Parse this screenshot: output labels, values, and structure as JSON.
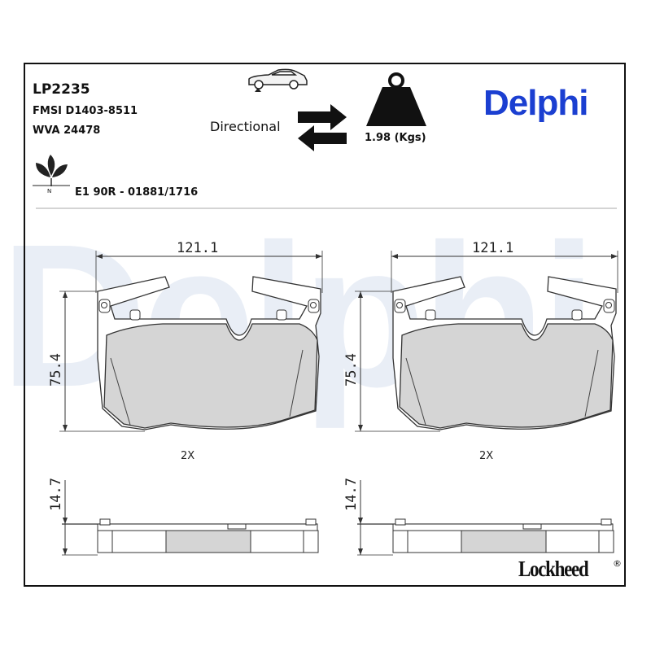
{
  "watermark": "Delphi",
  "header": {
    "part_number": "LP2235",
    "fmsi": "FMSI D1403-8511",
    "wva": "WVA 24478",
    "directional_label": "Directional",
    "weight": "1.98 (Kgs)",
    "brand_logo": "Delphi",
    "approval": "E1 90R - 01881/1716",
    "leaf_mark": "N"
  },
  "drawing": {
    "left_view": {
      "width": "121.1",
      "height": "75.4",
      "quantity": "2X",
      "thickness": "14.7"
    },
    "right_view": {
      "width": "121.1",
      "height": "75.4",
      "quantity": "2X",
      "thickness": "14.7"
    }
  },
  "footer": {
    "brand": "Lockheed",
    "registered": "®"
  },
  "colors": {
    "brand_blue": "#1b3fd1",
    "pad_fill": "#d5d5d5",
    "watermark": "#e9eef6"
  },
  "icons": [
    "car-icon",
    "directional-arrows-icon",
    "weight-icon",
    "eco-leaf-icon"
  ]
}
